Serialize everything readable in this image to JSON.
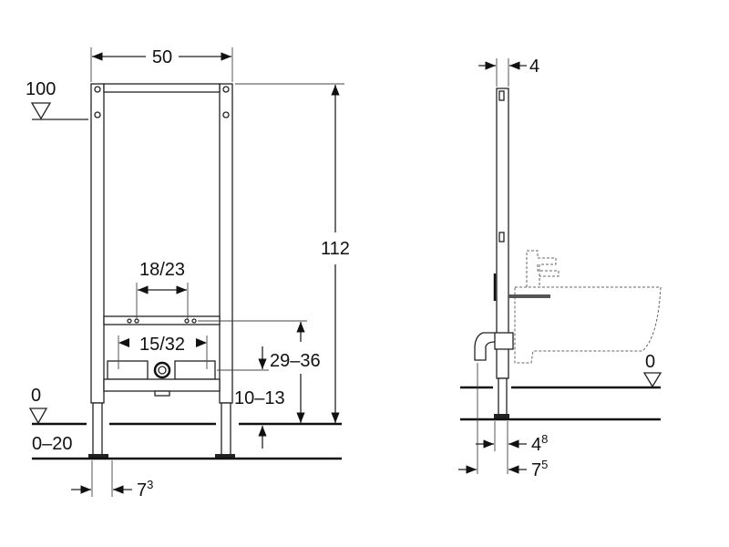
{
  "front_view": {
    "width_label": "50",
    "height_label": "112",
    "top_level_label": "100",
    "connection_spacing_label": "18/23",
    "outlet_spacing_label": "15/32",
    "connection_height_label": "29–36",
    "outlet_height_label": "10–13",
    "floor_level_label": "0",
    "floor_adjust_label": "0–20",
    "foot_offset_label": "7",
    "foot_offset_sup": "3"
  },
  "side_view": {
    "depth_label": "4",
    "floor_level_label": "0",
    "frame_depth_label": "4",
    "frame_depth_sup": "8",
    "total_depth_label": "7",
    "total_depth_sup": "5"
  }
}
